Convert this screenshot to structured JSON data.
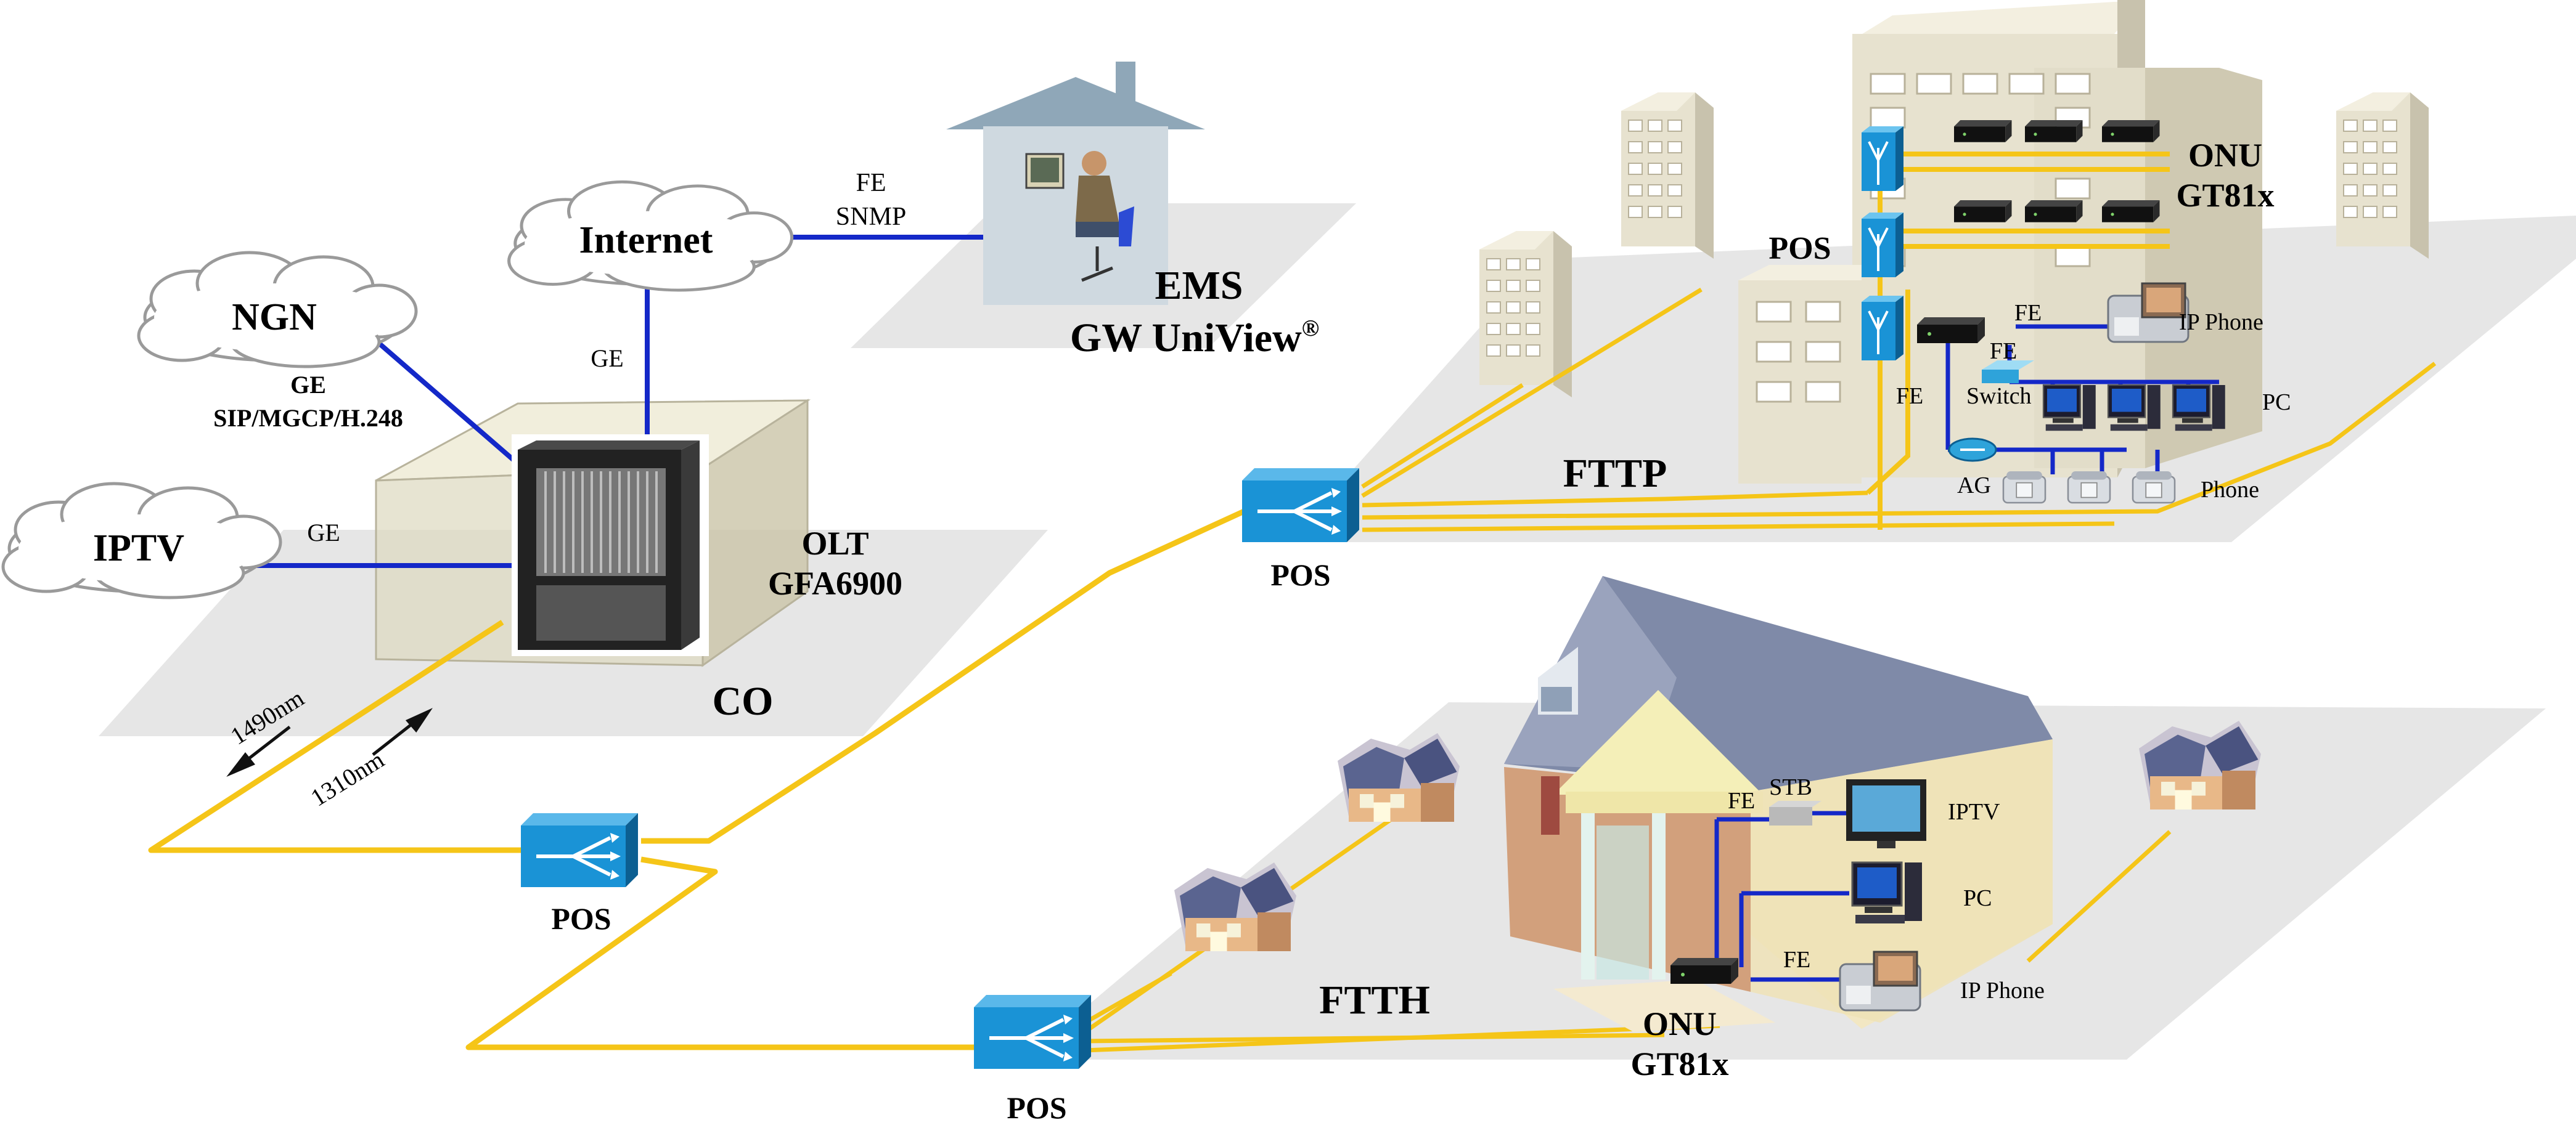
{
  "clouds": {
    "ngn": "NGN",
    "internet": "Internet",
    "iptv": "IPTV"
  },
  "links": {
    "ngn_proto_ge": "GE",
    "ngn_proto_sip": "SIP/MGCP/H.248",
    "internet_ge": "GE",
    "iptv_ge": "GE",
    "ems_fe": "FE",
    "ems_snmp": "SNMP"
  },
  "ems": {
    "title": "EMS",
    "product": "GW UniView",
    "reg": "®"
  },
  "olt": {
    "label": "OLT",
    "model": "GFA6900"
  },
  "co": {
    "label": "CO"
  },
  "wavelengths": {
    "down": "1490nm",
    "up": "1310nm"
  },
  "pos": {
    "label": "POS"
  },
  "fttp": {
    "label": "FTTP",
    "pos_label": "POS",
    "onu_label": "ONU",
    "onu_model": "GT81x",
    "fe1": "FE",
    "fe2": "FE",
    "fe3": "FE",
    "ip_phone": "IP Phone",
    "switch": "Switch",
    "pc": "PC",
    "ag": "AG",
    "phone": "Phone"
  },
  "ftth": {
    "label": "FTTH",
    "onu_label": "ONU",
    "onu_model": "GT81x",
    "fe1": "FE",
    "fe2": "FE",
    "stb": "STB",
    "iptv": "IPTV",
    "pc": "PC",
    "ip_phone": "IP Phone"
  },
  "colors": {
    "fiber": "#F5C518",
    "ethernet": "#1428C8",
    "floor": "#E6E6E6",
    "pos_blue": "#1A93D6"
  }
}
